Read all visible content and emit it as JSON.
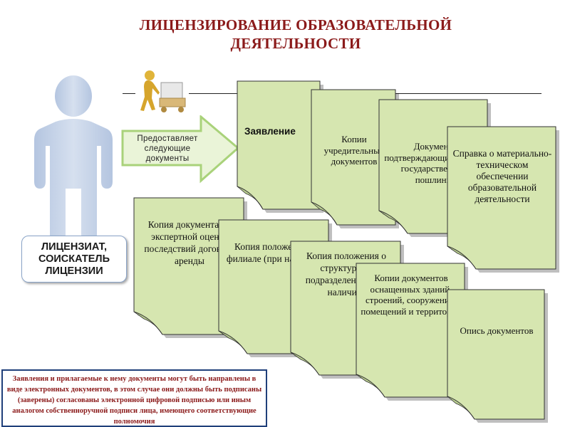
{
  "title": "ЛИЦЕНЗИРОВАНИЕ ОБРАЗОВАТЕЛЬНОЙ ДЕЯТЕЛЬНОСТИ",
  "licensee_label": "ЛИЦЕНЗИАТ, СОИСКАТЕЛЬ ЛИЦЕНЗИИ",
  "arrow_label": "Предоставляет следующие документы",
  "documents": [
    {
      "label": "Заявление"
    },
    {
      "label": "Копии учредительных документов"
    },
    {
      "label": "Документ, подтверждающий уплату государственной пошлины"
    },
    {
      "label": "Справка о материально-техническом обеспечении образовательной деятельности"
    },
    {
      "label": "Копия документа об экспертной оценке последствий договора аренды"
    },
    {
      "label": "Копия положения о филиале (при наличии)"
    },
    {
      "label": "Копия положения о структурном подразделении (при наличии)"
    },
    {
      "label": "Копии документов оснащенных зданий, строений, сооружений, помещений и территорий"
    },
    {
      "label": "Опись документов"
    }
  ],
  "note": "Заявления и прилагаемые к нему документы могут быть направлены в виде электронных документов, в этом случае они должны быть подписаны (заверены) согласованы электронной цифровой подписью или иным аналогом собственноручной подписи лица, имеющего соответствующие полномочия",
  "colors": {
    "title": "#8b1a1a",
    "doc_fill": "#d6e6b0",
    "person": "#c5d3e8",
    "arrow": "#eaf4d8",
    "note_border": "#1f3f7a",
    "note_text": "#8b1a1a"
  }
}
